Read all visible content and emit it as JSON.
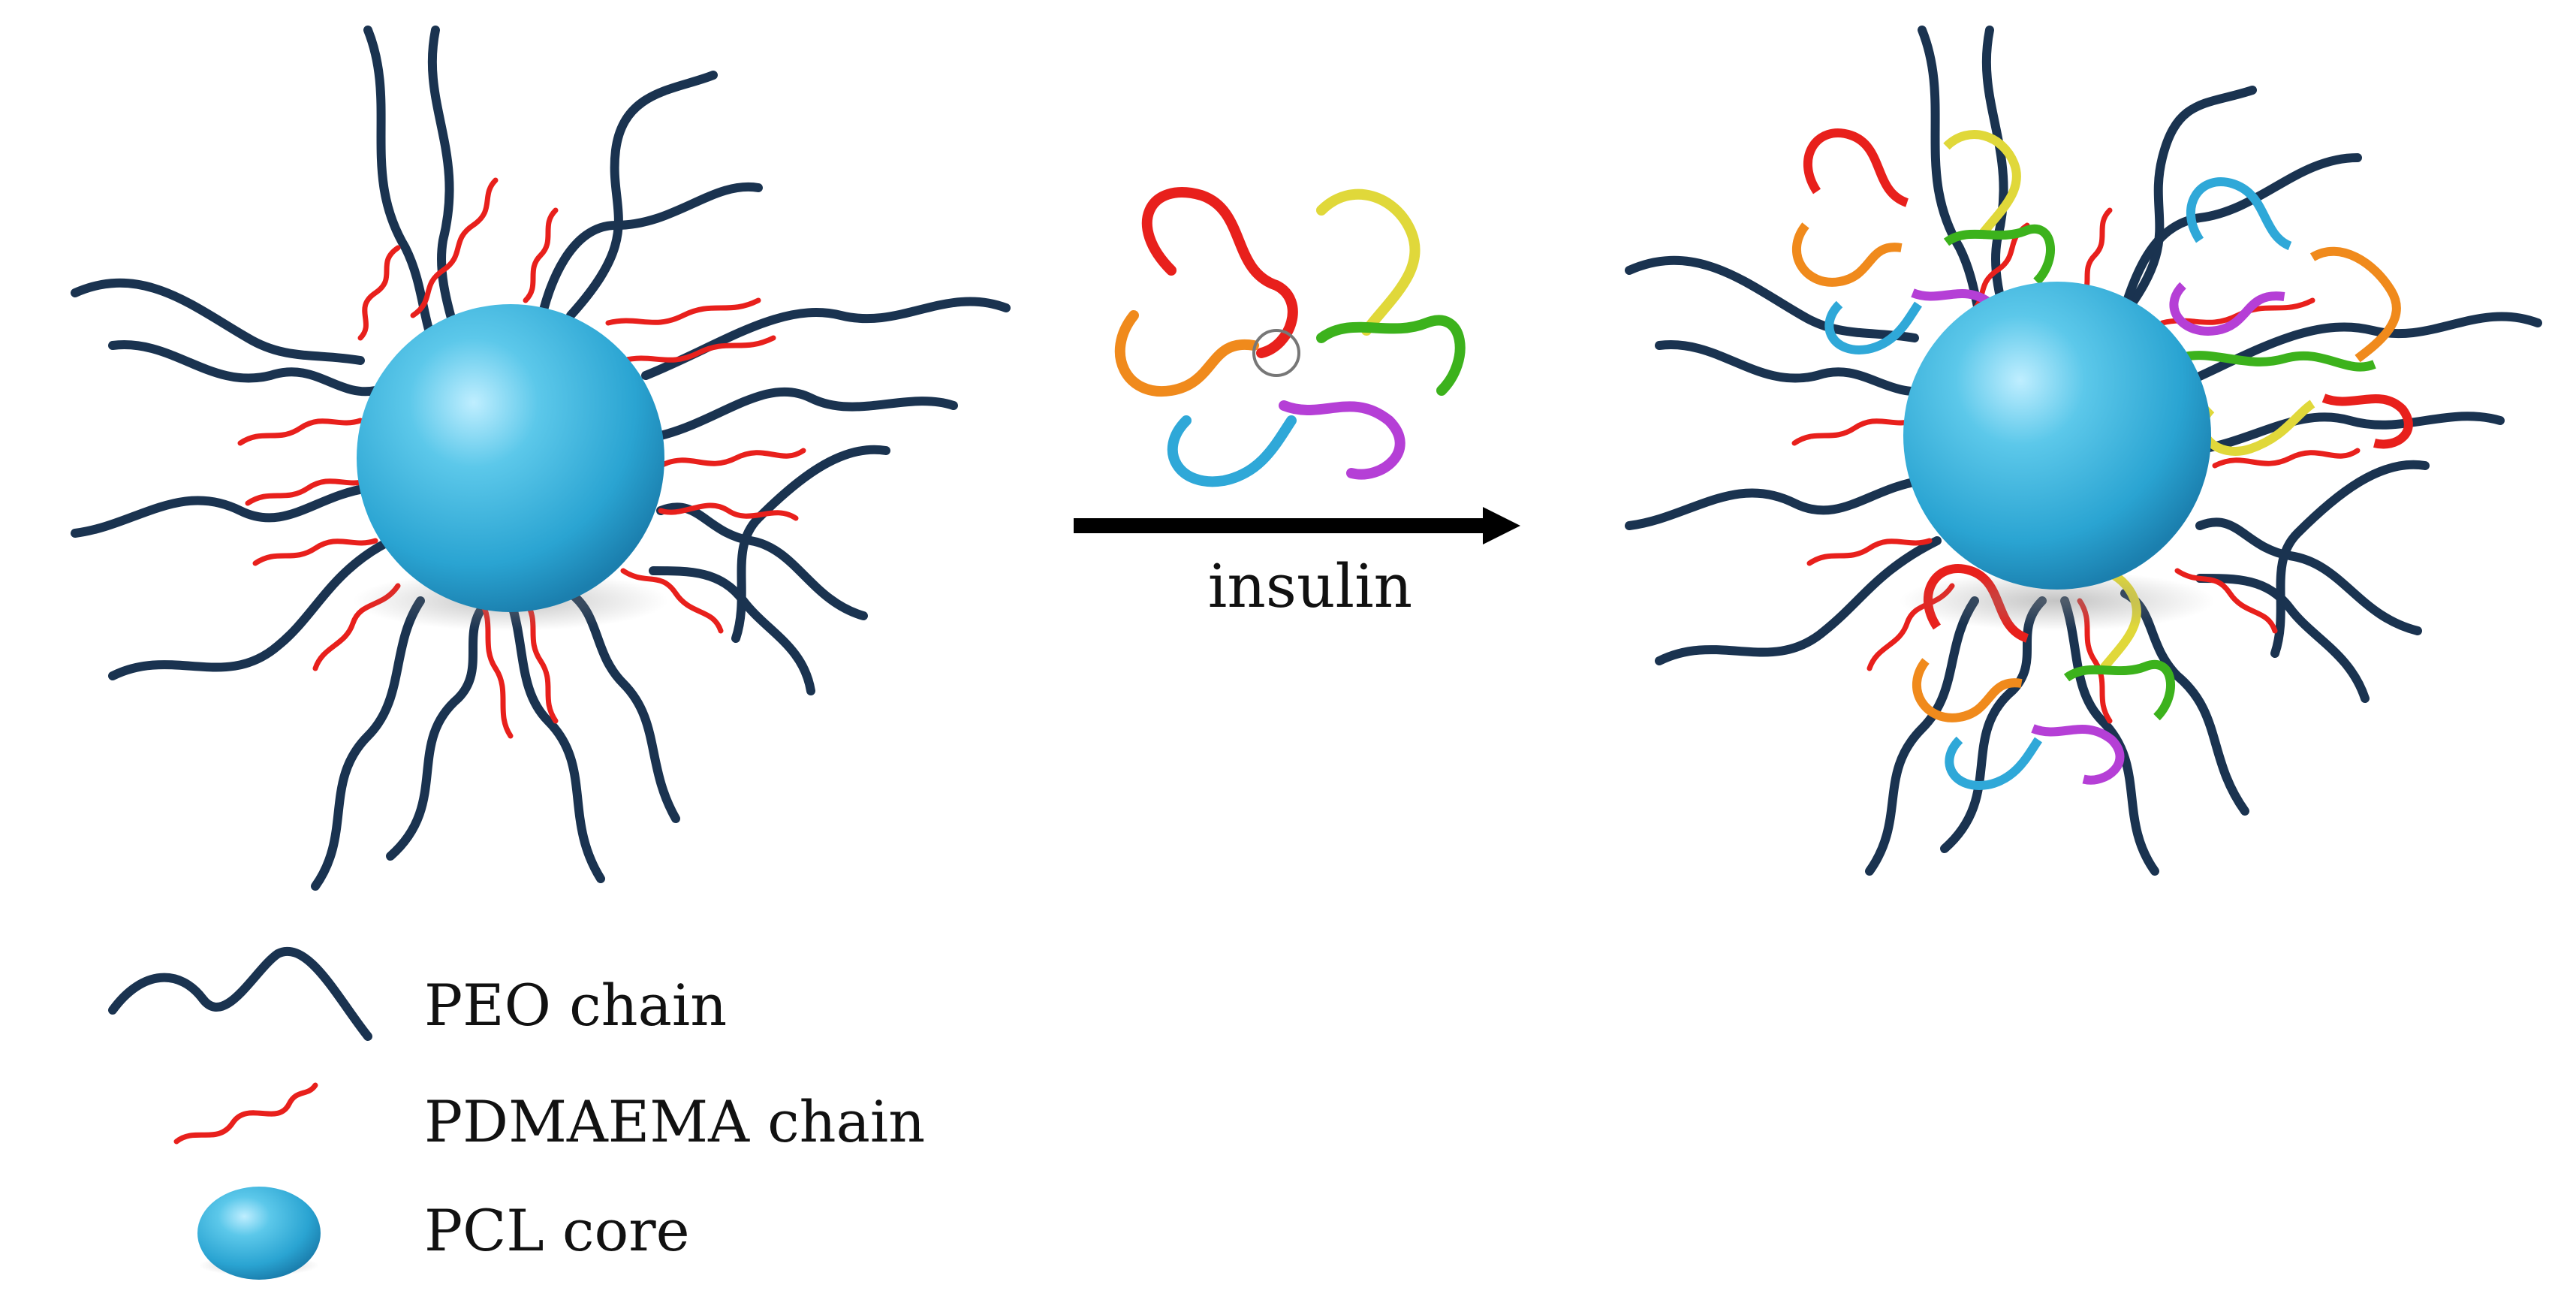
{
  "arrow": {
    "label": "insulin"
  },
  "legend": [
    {
      "key": "peo",
      "label": "PEO chain"
    },
    {
      "key": "pdmaema",
      "label": "PDMAEMA chain"
    },
    {
      "key": "pcl",
      "label": "PCL core"
    }
  ],
  "colors": {
    "peo": "#1a3350",
    "pdmaema": "#e8201c",
    "core": "#3cb6dc",
    "arrow": "#000000",
    "insulin_strands": [
      "#e8201c",
      "#f08a1c",
      "#e0d83a",
      "#3cb21c",
      "#2fa8d8",
      "#b53fd6"
    ]
  }
}
